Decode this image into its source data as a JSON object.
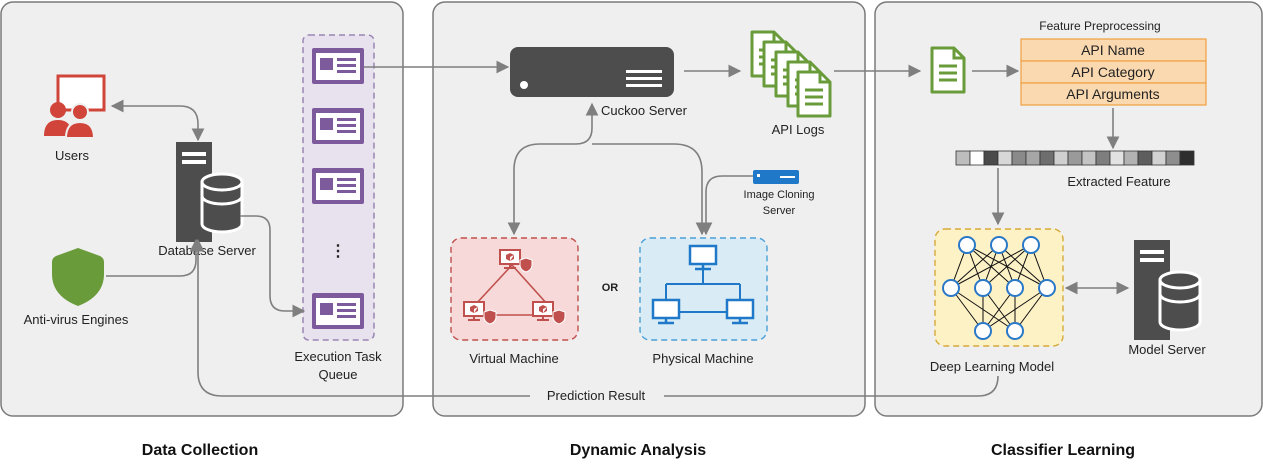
{
  "sections": {
    "data_collection": "Data Collection",
    "dynamic_analysis": "Dynamic Analysis",
    "classifier_learning": "Classifier Learning"
  },
  "labels": {
    "users": "Users",
    "antivirus": "Anti-virus Engines",
    "database_server": "Database Server",
    "queue_line1": "Execution Task",
    "queue_line2": "Queue",
    "queue_ellipsis": "⋮",
    "cuckoo_server": "Cuckoo Server",
    "api_logs": "API Logs",
    "image_cloning_line1": "Image Cloning",
    "image_cloning_line2": "Server",
    "virtual_machine": "Virtual Machine",
    "or": "OR",
    "physical_machine": "Physical Machine",
    "feature_preprocessing": "Feature Preprocessing",
    "extracted_feature": "Extracted Feature",
    "deep_learning_model": "Deep Learning Model",
    "model_server": "Model Server",
    "prediction_result": "Prediction Result"
  },
  "feature_fields": [
    "API Name",
    "API Category",
    "API Arguments"
  ],
  "colors": {
    "panel_bg": "#efefef",
    "panel_border": "#7a7a7a",
    "arrow": "#7f7f7f",
    "server": "#4d4d4d",
    "users_red": "#d0443a",
    "shield_green": "#6a9b3a",
    "queue_purple": "#7d5a9c",
    "doc_green": "#6a9b3a",
    "feature_orange": "#fbd9b0",
    "vm_red": "#c0504d",
    "pm_blue": "#1f78c8",
    "nn_blue": "#2a78c8"
  },
  "icons": {
    "users": "users-presentation-icon",
    "antivirus": "shield-icon",
    "database": "server-database-icon",
    "queue_item": "task-window-icon",
    "cuckoo": "rack-server-icon",
    "logs": "document-stack-icon",
    "doc": "document-icon",
    "image_cloning": "rack-unit-icon",
    "vm": "virtual-network-icon",
    "pm": "physical-network-icon",
    "nn": "neural-network-icon",
    "model_server": "server-database-icon"
  }
}
